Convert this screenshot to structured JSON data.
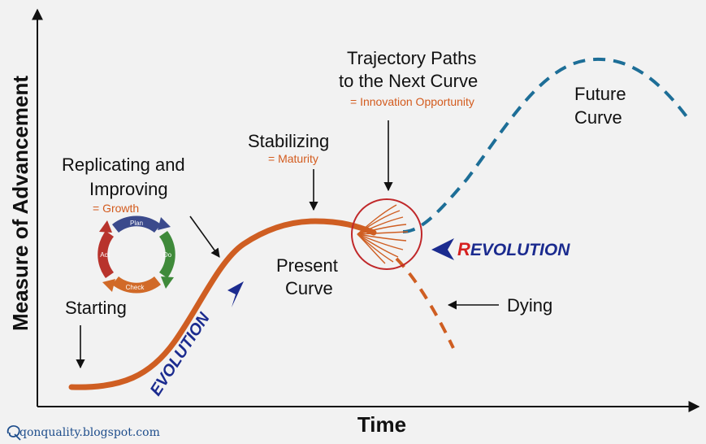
{
  "colors": {
    "background": "#f2f2f2",
    "present_curve": "#cf5e22",
    "future_curve": "#1d6e97",
    "label_accent": "#d35b1e",
    "evolution_text": "#1b2b8f",
    "revolution_r": "#d62020",
    "circle": "#c0282a",
    "axis": "#111111"
  },
  "axes": {
    "x_label": "Time",
    "y_label": "Measure of Advancement"
  },
  "stages": {
    "starting": "Starting",
    "replicating_line1": "Replicating and",
    "replicating_line2": "Improving",
    "growth": "= Growth",
    "stabilizing": "Stabilizing",
    "maturity": "= Maturity",
    "trajectory_line1": "Trajectory Paths",
    "trajectory_line2": "to the Next Curve",
    "innovation": "= Innovation Opportunity",
    "present_line1": "Present",
    "present_line2": "Curve",
    "future_line1": "Future",
    "future_line2": "Curve",
    "dying": "Dying"
  },
  "labels": {
    "evolution": "EVOLUTION",
    "revolution_first": "R",
    "revolution_rest": "EVOLUTION"
  },
  "pdca_cycle": {
    "plan": "Plan",
    "do": "Do",
    "check": "Check",
    "act": "Act",
    "colors": {
      "plan": "#3b4a8c",
      "do": "#3f8a3a",
      "check": "#d16a28",
      "act": "#b8332c"
    }
  },
  "watermark": "qonquality.blogspot.com",
  "watermark_icon": "q-monogram-icon"
}
